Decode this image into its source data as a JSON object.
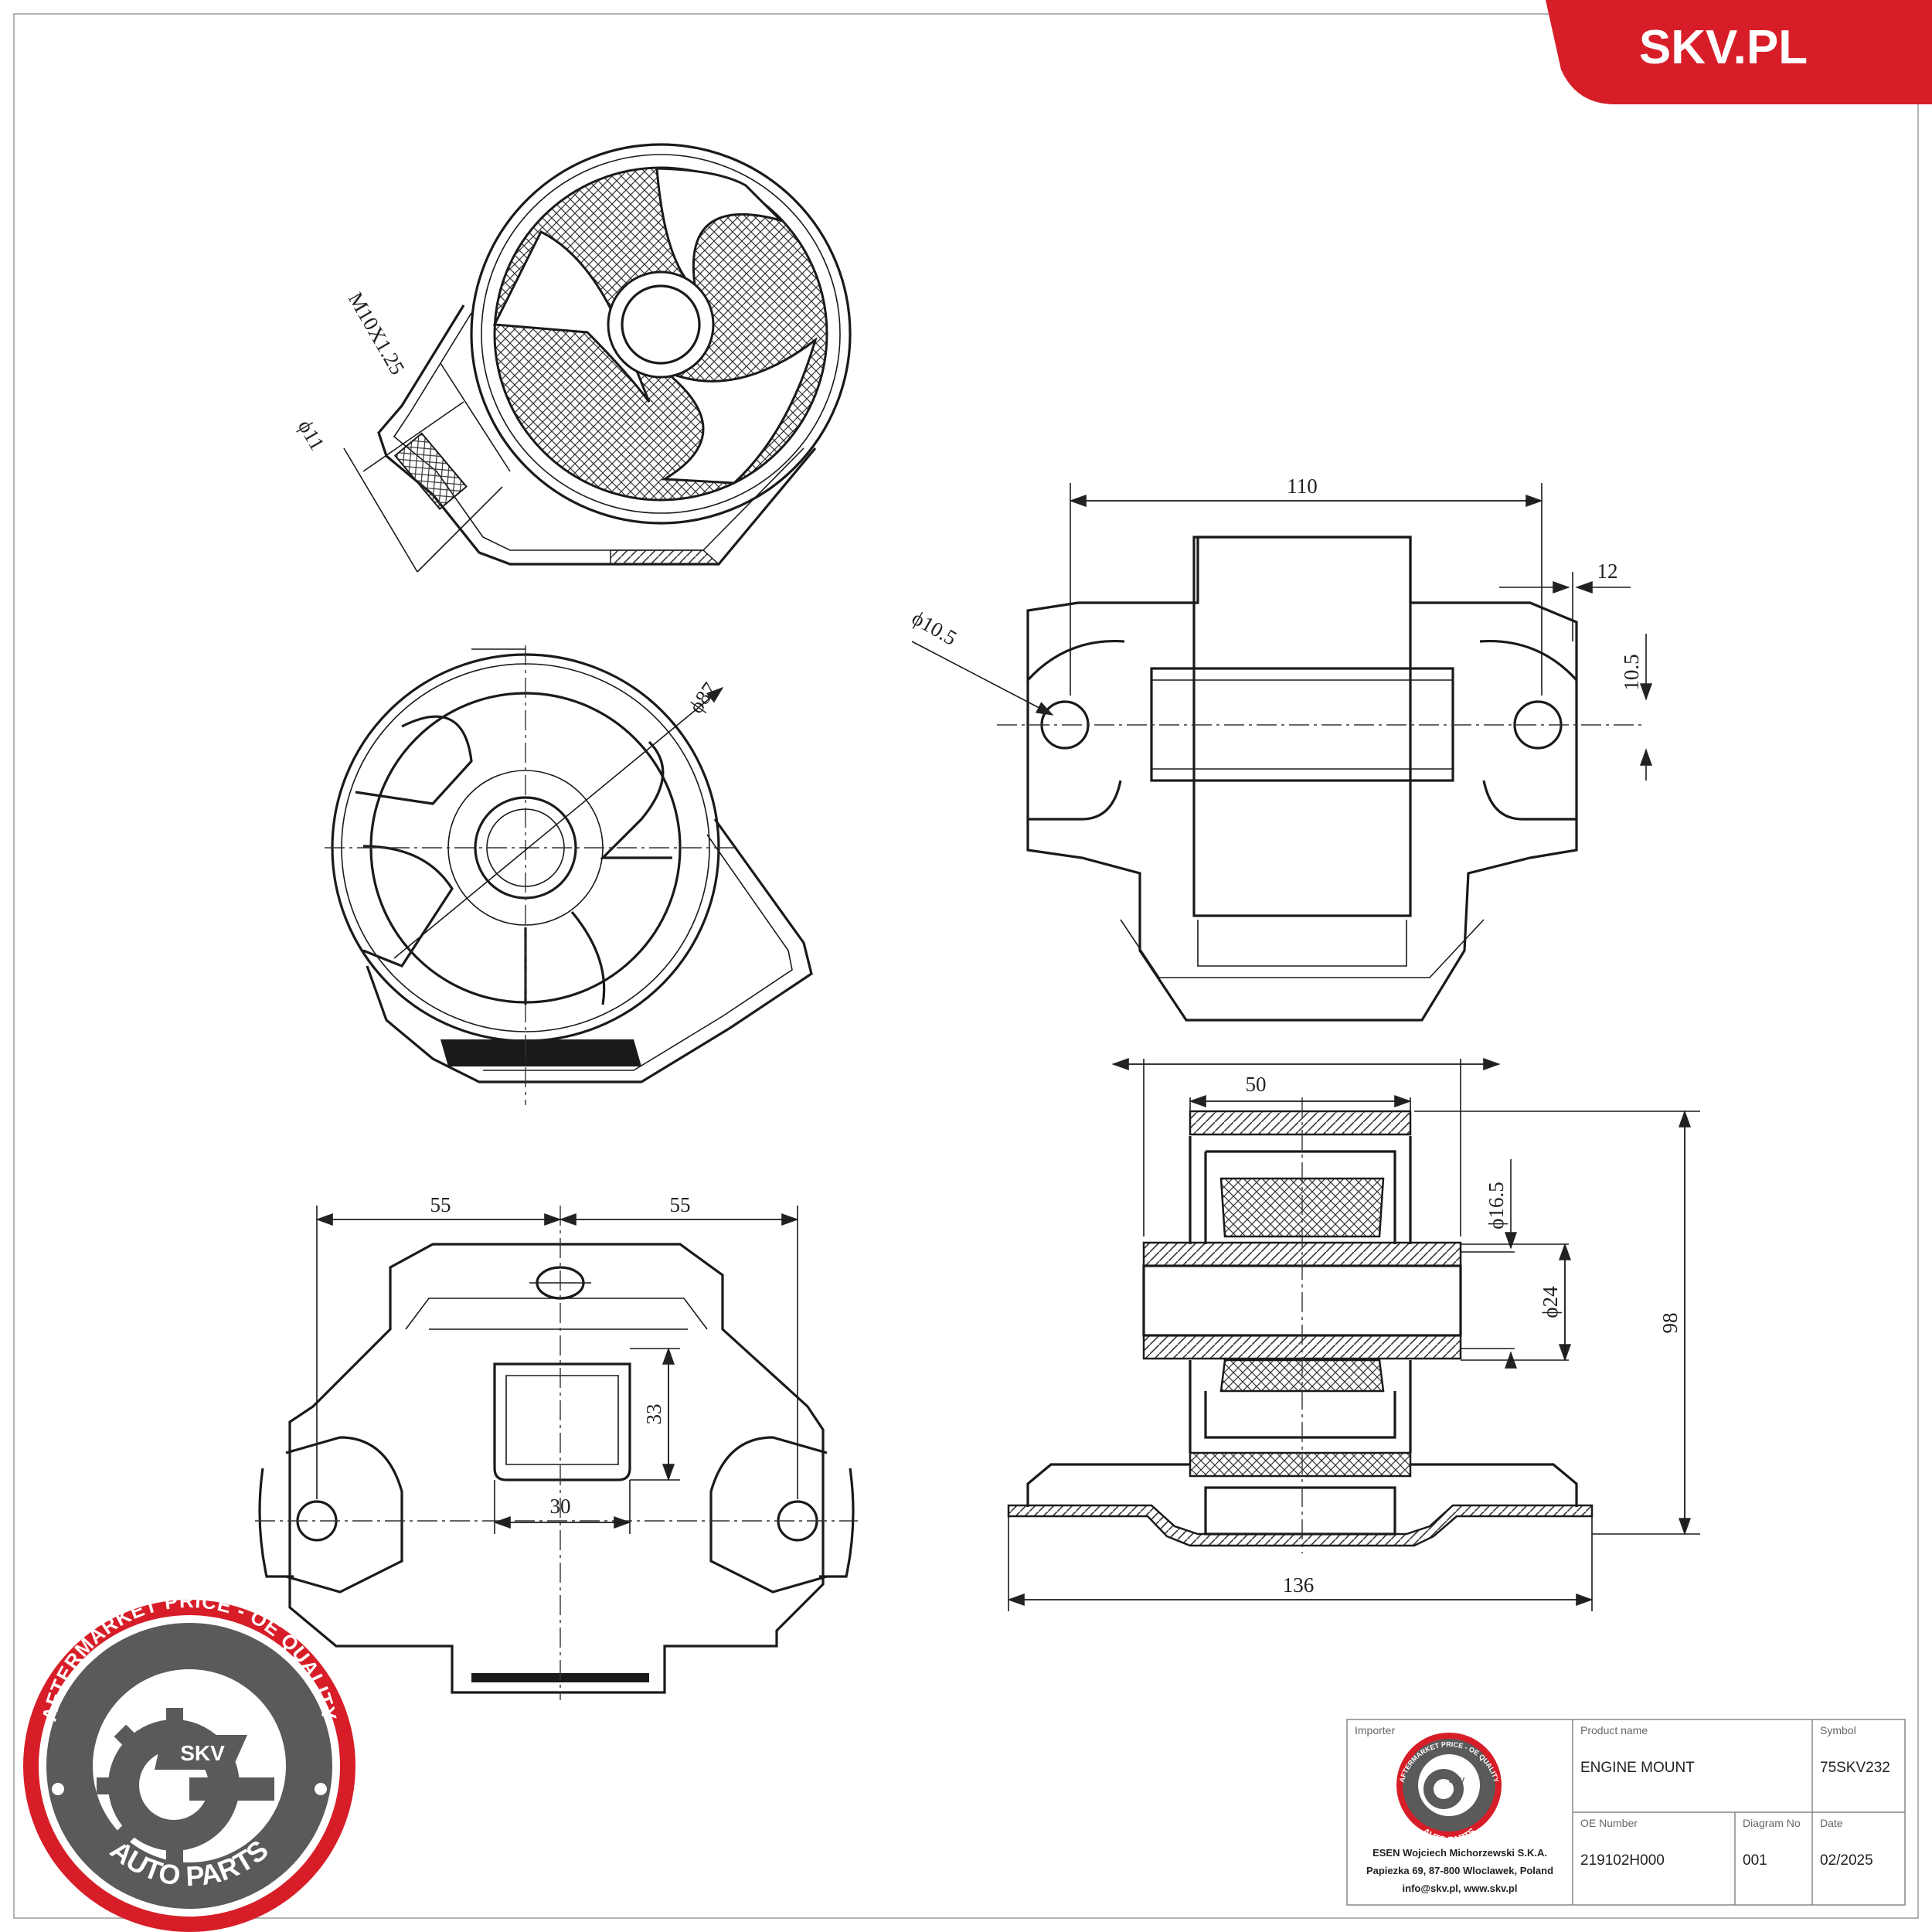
{
  "brand": {
    "site": "SKV.PL",
    "accent": "#d71e28"
  },
  "dimensions": {
    "thread": "M10X1.25",
    "phi11": "ϕ11",
    "phi87": "ϕ87",
    "w110": "110",
    "w12": "12",
    "h10_5": "10.5",
    "phi10_5": "ϕ10.5",
    "w50": "50",
    "phi16_5": "ϕ16.5",
    "phi24": "ϕ24",
    "h98": "98",
    "w136": "136",
    "w55a": "55",
    "w55b": "55",
    "h33": "33",
    "w30": "30"
  },
  "seal": {
    "ring_text": "AFTERMARKET PRICE - OE QUALITY",
    "bottom_text": "AUTO PARTS",
    "center": "SKV"
  },
  "title_block": {
    "importer_caption": "Importer",
    "importer_lines": [
      "ESEN Wojciech Michorzewski S.K.A.",
      "Papiezka 69, 87-800 Wloclawek, Poland",
      "info@skv.pl, www.skv.pl"
    ],
    "product_name_caption": "Product name",
    "product_name": "ENGINE MOUNT",
    "symbol_caption": "Symbol",
    "symbol": "75SKV232",
    "oe_caption": "OE Number",
    "oe_number": "219102H000",
    "diagram_caption": "Diagram No",
    "diagram_no": "001",
    "date_caption": "Date",
    "date": "02/2025"
  }
}
